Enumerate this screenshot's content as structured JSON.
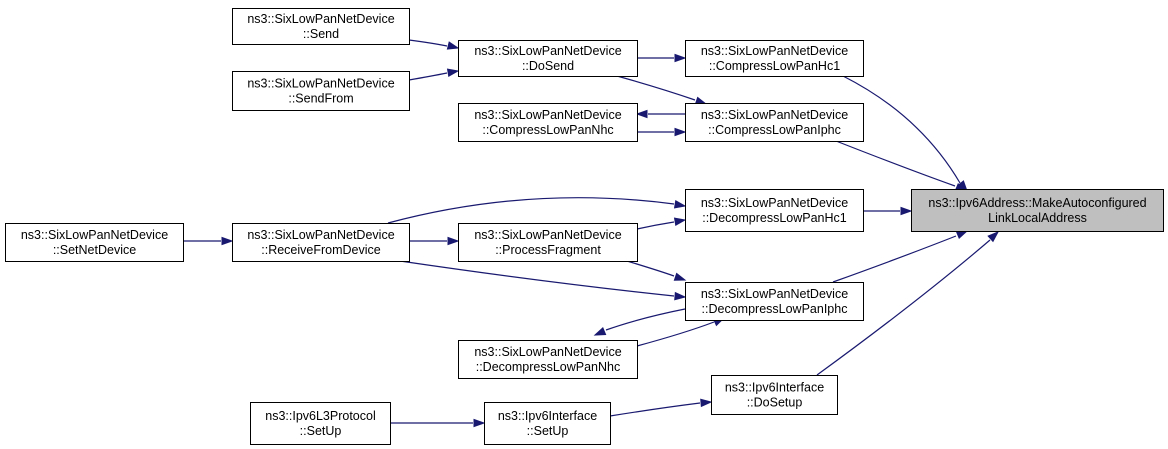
{
  "diagram": {
    "colors": {
      "edge": "#191970",
      "focus_fill": "#bfbfbf",
      "box_fill": "#ffffff",
      "box_stroke": "#000000"
    },
    "nodes": [
      {
        "id": "make",
        "lines": [
          "ns3::Ipv6Address::MakeAutoconfigured",
          "LinkLocalAddress"
        ],
        "focus": true
      },
      {
        "id": "send",
        "lines": [
          "ns3::SixLowPanNetDevice",
          "::Send"
        ]
      },
      {
        "id": "sendfrom",
        "lines": [
          "ns3::SixLowPanNetDevice",
          "::SendFrom"
        ]
      },
      {
        "id": "dosend",
        "lines": [
          "ns3::SixLowPanNetDevice",
          "::DoSend"
        ]
      },
      {
        "id": "hc1",
        "lines": [
          "ns3::SixLowPanNetDevice",
          "::CompressLowPanHc1"
        ]
      },
      {
        "id": "cnhc",
        "lines": [
          "ns3::SixLowPanNetDevice",
          "::CompressLowPanNhc"
        ]
      },
      {
        "id": "ciphc",
        "lines": [
          "ns3::SixLowPanNetDevice",
          "::CompressLowPanIphc"
        ]
      },
      {
        "id": "setnet",
        "lines": [
          "ns3::SixLowPanNetDevice",
          "::SetNetDevice"
        ]
      },
      {
        "id": "recv",
        "lines": [
          "ns3::SixLowPanNetDevice",
          "::ReceiveFromDevice"
        ]
      },
      {
        "id": "dhc1",
        "lines": [
          "ns3::SixLowPanNetDevice",
          "::DecompressLowPanHc1"
        ]
      },
      {
        "id": "frag",
        "lines": [
          "ns3::SixLowPanNetDevice",
          "::ProcessFragment"
        ]
      },
      {
        "id": "diphc",
        "lines": [
          "ns3::SixLowPanNetDevice",
          "::DecompressLowPanIphc"
        ]
      },
      {
        "id": "dnhc",
        "lines": [
          "ns3::SixLowPanNetDevice",
          "::DecompressLowPanNhc"
        ]
      },
      {
        "id": "dosetup",
        "lines": [
          "ns3::Ipv6Interface",
          "::DoSetup"
        ]
      },
      {
        "id": "l3setup",
        "lines": [
          "ns3::Ipv6L3Protocol",
          "::SetUp"
        ]
      },
      {
        "id": "ifsetup",
        "lines": [
          "ns3::Ipv6Interface",
          "::SetUp"
        ]
      }
    ],
    "edges": [
      {
        "id": "send-dosend"
      },
      {
        "id": "sendfrom-dosend"
      },
      {
        "id": "dosend-hc1"
      },
      {
        "id": "dosend-ciphc"
      },
      {
        "id": "hc1-make"
      },
      {
        "id": "ciphc-make"
      },
      {
        "id": "ciphc-cnhc"
      },
      {
        "id": "cnhc-ciphc"
      },
      {
        "id": "setnet-recv"
      },
      {
        "id": "recv-dhc1"
      },
      {
        "id": "recv-frag"
      },
      {
        "id": "recv-diphc"
      },
      {
        "id": "frag-dhc1"
      },
      {
        "id": "frag-diphc"
      },
      {
        "id": "dhc1-make"
      },
      {
        "id": "diphc-make"
      },
      {
        "id": "diphc-dnhc"
      },
      {
        "id": "dnhc-diphc"
      },
      {
        "id": "dosetup-make"
      },
      {
        "id": "l3setup-ifsetup"
      },
      {
        "id": "ifsetup-dosetup"
      }
    ]
  }
}
